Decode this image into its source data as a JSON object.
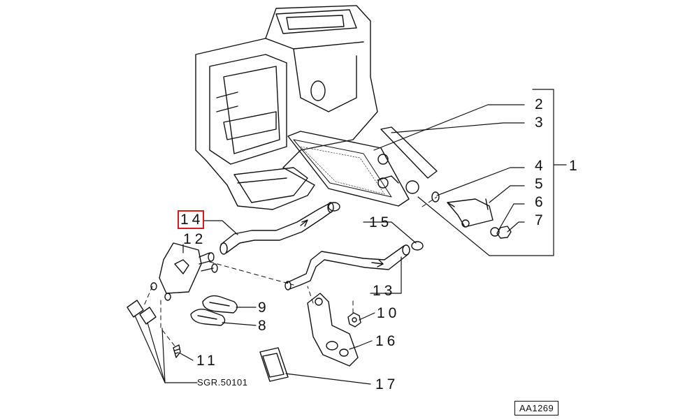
{
  "diagram": {
    "reference_code": "AA1269",
    "source_label": "SGR.50101",
    "highlighted_callout": "14",
    "highlight_color": "#d81c1c",
    "callouts": [
      "1",
      "2",
      "3",
      "4",
      "5",
      "6",
      "7",
      "8",
      "9",
      "10",
      "11",
      "12",
      "13",
      "14",
      "15",
      "16",
      "17"
    ]
  }
}
